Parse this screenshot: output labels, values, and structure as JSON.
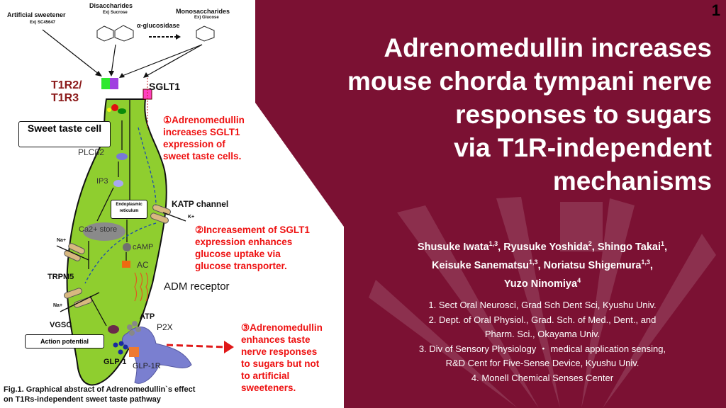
{
  "slide": {
    "page_number": "1",
    "background_color": "#7b1133",
    "title_lines": [
      "Adrenomedullin increases",
      "mouse chorda tympani nerve",
      "responses to sugars",
      "via T1R-independent",
      "mechanisms"
    ],
    "authors": [
      {
        "name": "Shusuke Iwata",
        "sup": "1,3"
      },
      {
        "name": "Ryusuke Yoshida",
        "sup": "2"
      },
      {
        "name": "Shingo Takai",
        "sup": "1"
      },
      {
        "name": "Keisuke Sanematsu",
        "sup": "1,3"
      },
      {
        "name": "Noriatsu Shigemura",
        "sup": "1,3"
      },
      {
        "name": "Yuzo Ninomiya",
        "sup": "4"
      }
    ],
    "affiliations": [
      "1.   Sect Oral Neurosci, Grad Sch Dent Sci, Kyushu Univ.",
      "2. Dept. of Oral Physiol., Grad. Sch. of Med., Dent., and",
      "Pharm. Sci., Okayama Univ.",
      "3. Div of Sensory Physiology ・ medical application sensing,",
      "R&D Cent for Five-Sense Device, Kyushu Univ.",
      "4. Monell Chemical Senses Center"
    ]
  },
  "figure": {
    "artificial_sweetener": "Artificial sweetener",
    "artificial_example": "Ex) SC45647",
    "disaccharides": "Disaccharides",
    "disaccharides_example": "Ex) Sucrose",
    "monosaccharides": "Monosaccharides",
    "monosaccharides_example": "Ex) Glucose",
    "enzyme": "α-glucosidase",
    "t1r_line1": "T1R2/",
    "t1r_line2": "T1R3",
    "sglt1": "SGLT1",
    "cell_label": "Sweet taste cell",
    "plc": "PLCβ2",
    "ip3": "IP3",
    "er": "Endoplasmic reticulum",
    "katp": "KATP channel",
    "k_ion": "K+",
    "ca_store": "Ca2+ store",
    "na_ion": "Na+",
    "camp": "cAMP",
    "ac": "AC",
    "trpm5": "TRPM5",
    "adm_receptor": "ADM receptor",
    "vgsc": "VGSC",
    "atp": "ATP",
    "p2x": "P2X",
    "action_potential": "Action potential",
    "glp1": "GLP-1",
    "glp1r": "GLP-1R",
    "note1": [
      "①Adrenomedullin",
      "increases SGLT1",
      "expression of",
      "sweet taste cells."
    ],
    "note2": [
      "②Increasement of SGLT1",
      "expression enhances",
      "glucose uptake via",
      "glucose transporter."
    ],
    "note3": [
      "③Adrenomedullin",
      "enhances taste",
      "nerve responses",
      "to sugars but not",
      "to artificial",
      "sweeteners."
    ],
    "caption_lines": [
      "Fig.1. Graphical abstract of Adrenomedullin`s effect",
      "on T1Rs-independent sweet taste pathway"
    ]
  }
}
